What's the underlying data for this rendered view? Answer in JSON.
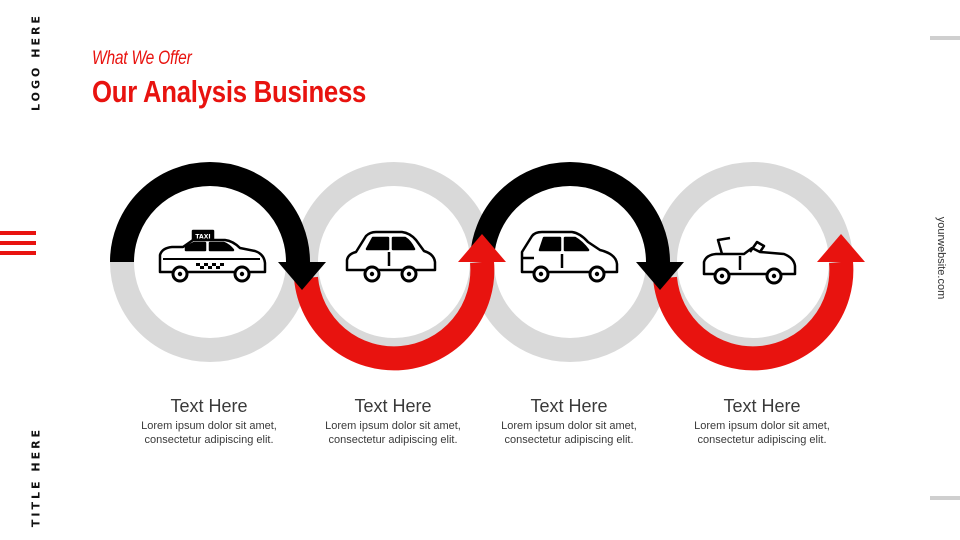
{
  "sidebar": {
    "logo_text": "LOGO HERE",
    "title_text": "TITLE HERE"
  },
  "header": {
    "subtitle": "What We Offer",
    "title": "Our Analysis Business"
  },
  "footer": {
    "website": "yourwebsite.com"
  },
  "colors": {
    "accent": "#e8130f",
    "dark": "#000000",
    "ring_gray": "#d9d9d9"
  },
  "steps": [
    {
      "title": "Text Here",
      "desc_line1": "Lorem ipsum dolor sit amet,",
      "desc_line2": "consectetur adipiscing elit.",
      "icon": "taxi-icon",
      "taxi_sign": "TAXI"
    },
    {
      "title": "Text Here",
      "desc_line1": "Lorem ipsum dolor sit amet,",
      "desc_line2": "consectetur adipiscing elit.",
      "icon": "compact-car-icon"
    },
    {
      "title": "Text Here",
      "desc_line1": "Lorem ipsum dolor sit amet,",
      "desc_line2": "consectetur adipiscing elit.",
      "icon": "sedan-car-icon"
    },
    {
      "title": "Text Here",
      "desc_line1": "Lorem ipsum dolor sit amet,",
      "desc_line2": "consectetur adipiscing elit.",
      "icon": "convertible-car-icon"
    }
  ]
}
